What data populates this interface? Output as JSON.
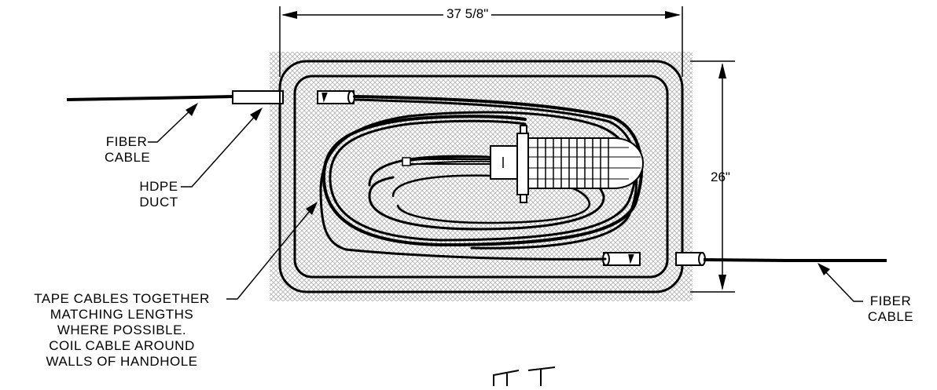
{
  "dimensions": {
    "width_label": "37 5/8\"",
    "height_label": "26\""
  },
  "labels": {
    "fiber_cable_left": [
      "FIBER",
      "CABLE"
    ],
    "hdpe_duct": [
      "HDPE",
      "DUCT"
    ],
    "tape_note": [
      "TAPE CABLES TOGETHER",
      "MATCHING LENGTHS",
      "WHERE POSSIBLE.",
      "COIL CABLE AROUND",
      "WALLS OF HANDHOLE"
    ],
    "fiber_cable_right": [
      "FIBER",
      "CABLE"
    ]
  }
}
